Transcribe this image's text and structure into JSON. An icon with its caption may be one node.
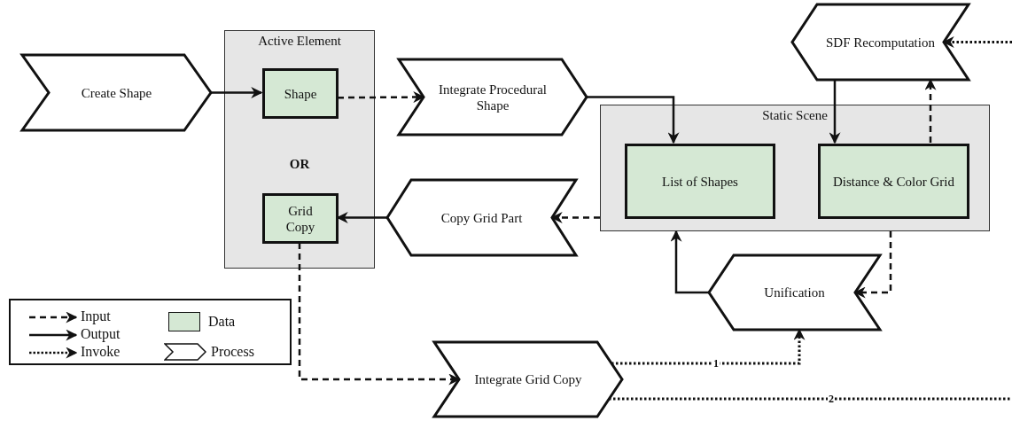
{
  "diagram": {
    "nodes": [
      {
        "text": [
          "Create Shape"
        ]
      },
      {
        "text": [
          "Active Element"
        ]
      },
      {
        "text": [
          "Shape"
        ],
        "in": 1
      },
      {
        "text": [
          "Grid Copy"
        ],
        "in": 1
      },
      {
        "text": [
          "Integrate Procedural Shape"
        ]
      },
      {
        "text": [
          "Static Scene"
        ]
      },
      {
        "text": [
          "List of Shapes"
        ],
        "in": 5
      },
      {
        "text": [
          "Distance & Color Grid"
        ],
        "in": 5
      },
      {
        "text": [
          "SDF Recomputation"
        ]
      },
      {
        "text": [
          "Copy Grid Part"
        ]
      },
      {
        "text": [
          "Unification"
        ]
      },
      {
        "text": [
          "Integrate Grid Copy"
        ]
      }
    ],
    "edges": [
      {
        "from": 0,
        "to": 2,
        "arrow": "to"
      },
      {
        "from": 2,
        "to": 4,
        "arrow": "to",
        "style": "dashed"
      },
      {
        "from": 4,
        "to": 6,
        "arrow": "to"
      },
      {
        "from": 8,
        "to": 7,
        "arrow": "to"
      },
      {
        "from": 7,
        "to": 8,
        "arrow": "to",
        "style": "dashed"
      },
      {
        "from": 5,
        "to": 9,
        "arrow": "to",
        "style": "dashed"
      },
      {
        "from": 9,
        "to": 3,
        "arrow": "to"
      },
      {
        "from": 3,
        "to": 11,
        "arrow": "to",
        "style": "dashed"
      },
      {
        "from": 5,
        "to": 10,
        "arrow": "to",
        "style": "dashed"
      },
      {
        "from": 10,
        "to": 5,
        "arrow": "to"
      },
      {
        "from": 11,
        "to": 10,
        "arrow": "to",
        "style": "dashed",
        "label": "1"
      },
      {
        "from": 11,
        "to": null,
        "arrow": "none",
        "style": "dashed",
        "label": "2"
      },
      {
        "from": null,
        "to": 8,
        "arrow": "to",
        "style": "dashed"
      }
    ],
    "labels": [
      "OR"
    ],
    "legend": [
      {
        "text": "Input"
      },
      {
        "text": "Output"
      },
      {
        "text": "Invoke"
      },
      {
        "text": "Data",
        "color": "#d5e8d4"
      },
      {
        "text": "Process"
      }
    ]
  }
}
